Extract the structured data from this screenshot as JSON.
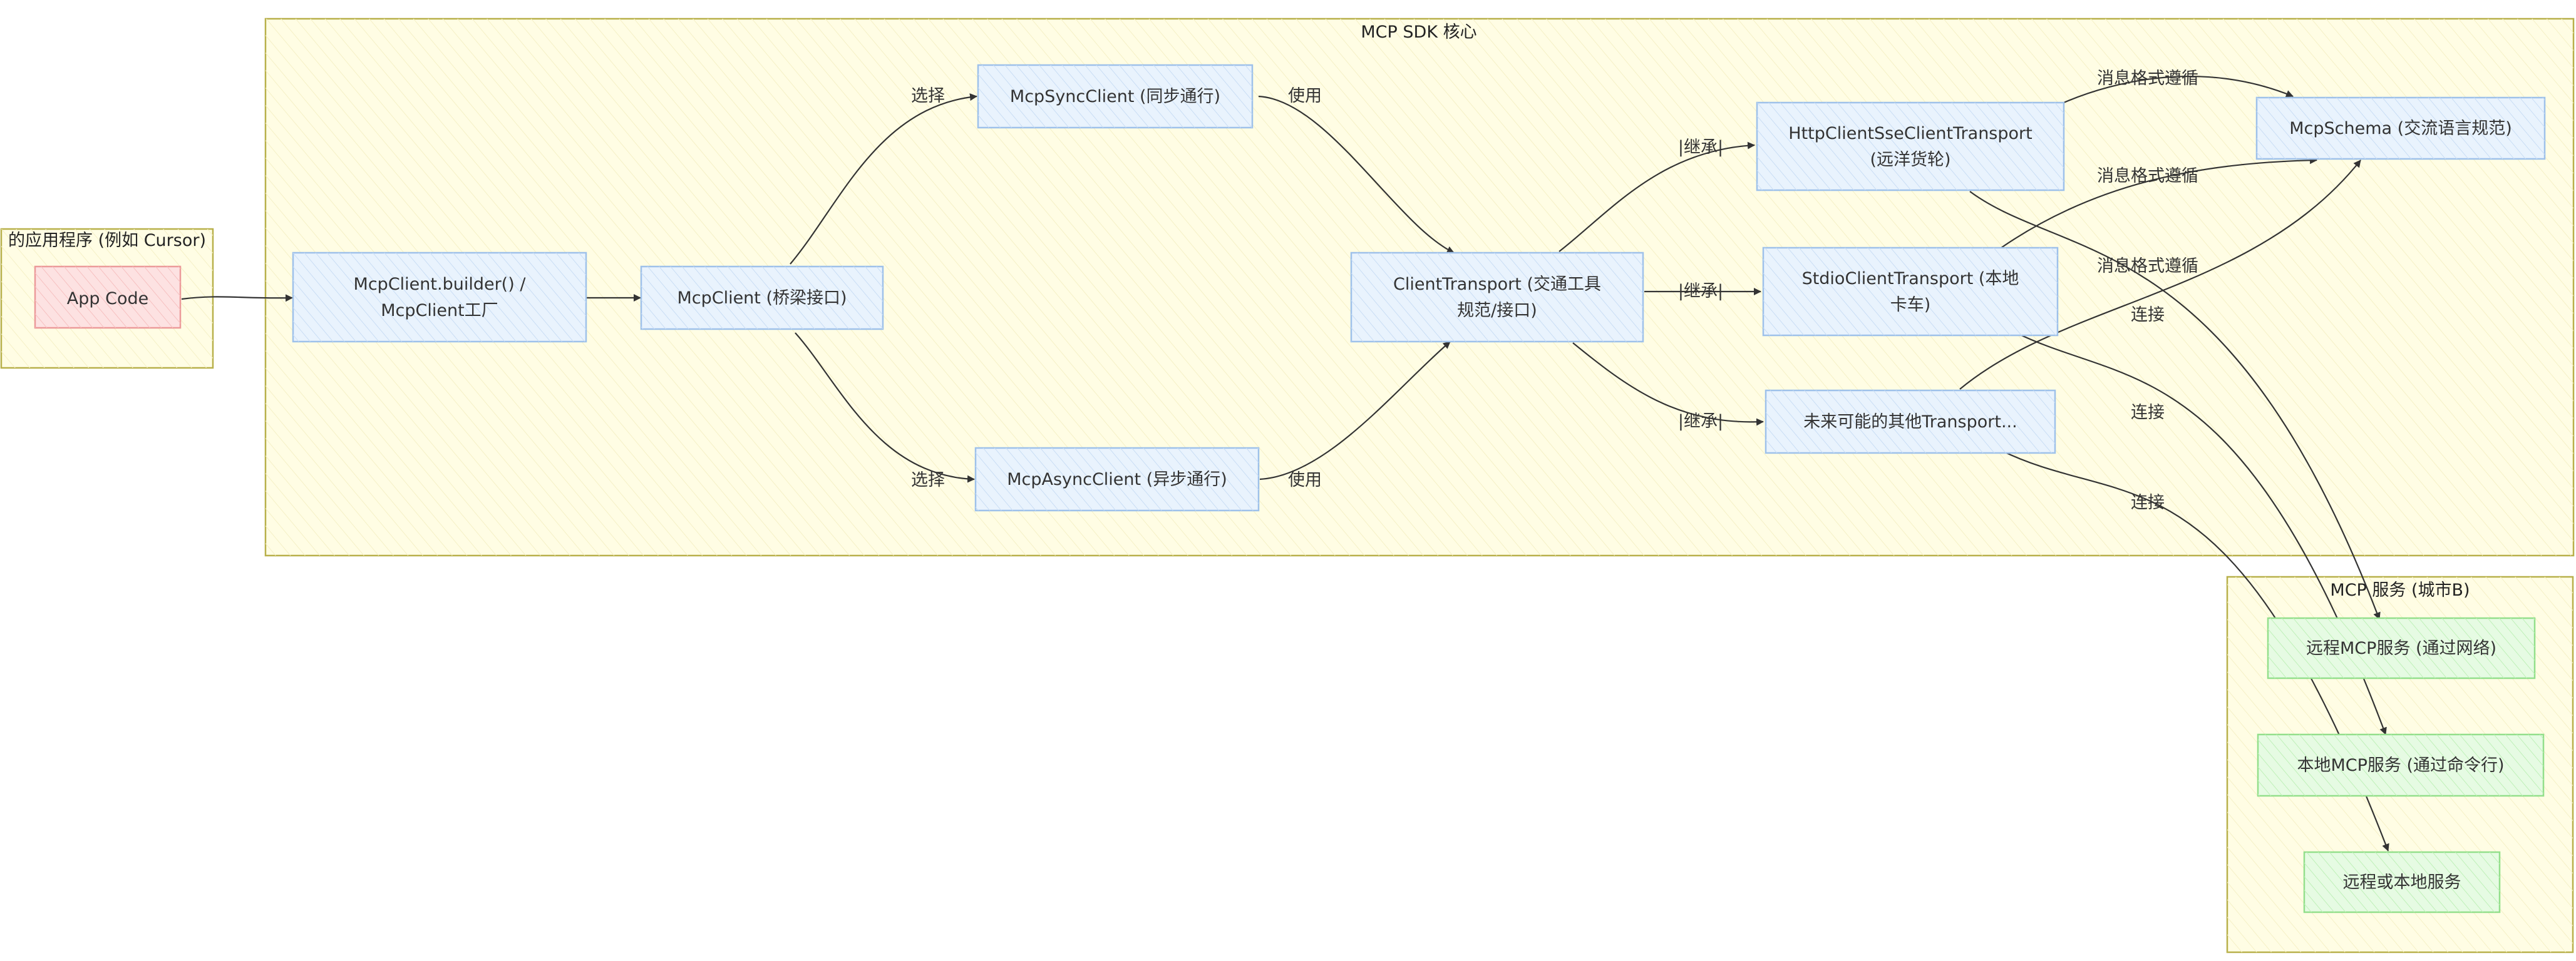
{
  "colors": {
    "group_fill": "#fffde4",
    "group_stroke": "#b8b04a",
    "node_blue_fill": "#e9f3fd",
    "node_blue_stroke": "#9ec1ea",
    "node_red_fill": "#fde2e2",
    "node_red_stroke": "#ec9a9a",
    "node_green_fill": "#e6fbe3",
    "node_green_stroke": "#93df8b",
    "edge": "#333333"
  },
  "groups": {
    "app": {
      "title": "的应用程序 (例如 Cursor)"
    },
    "sdk": {
      "title": "MCP SDK 核心"
    },
    "server": {
      "title": "MCP 服务 (城市B)"
    }
  },
  "nodes": {
    "app_code": {
      "lines": [
        "App Code"
      ]
    },
    "builder": {
      "lines": [
        "McpClient.builder() /",
        "McpClient工厂"
      ]
    },
    "mcp_client": {
      "lines": [
        "McpClient (桥梁接口)"
      ]
    },
    "sync_client": {
      "lines": [
        "McpSyncClient (同步通行)"
      ]
    },
    "async_client": {
      "lines": [
        "McpAsyncClient (异步通行)"
      ]
    },
    "client_transport": {
      "lines": [
        "ClientTransport (交通工具",
        "规范/接口)"
      ]
    },
    "http_transport": {
      "lines": [
        "HttpClientSseClientTransport",
        "(远洋货轮)"
      ]
    },
    "stdio_transport": {
      "lines": [
        "StdioClientTransport (本地",
        "卡车)"
      ]
    },
    "future_transport": {
      "lines": [
        "未来可能的其他Transport..."
      ]
    },
    "schema": {
      "lines": [
        "McpSchema (交流语言规范)"
      ]
    },
    "remote_service": {
      "lines": [
        "远程MCP服务 (通过网络)"
      ]
    },
    "local_service": {
      "lines": [
        "本地MCP服务 (通过命令行)"
      ]
    },
    "remote_or_local": {
      "lines": [
        "远程或本地服务"
      ]
    }
  },
  "edge_labels": {
    "select": "选择",
    "use": "使用",
    "inherit": "|继承|",
    "msg_format": "消息格式遵循",
    "connect": "连接"
  }
}
